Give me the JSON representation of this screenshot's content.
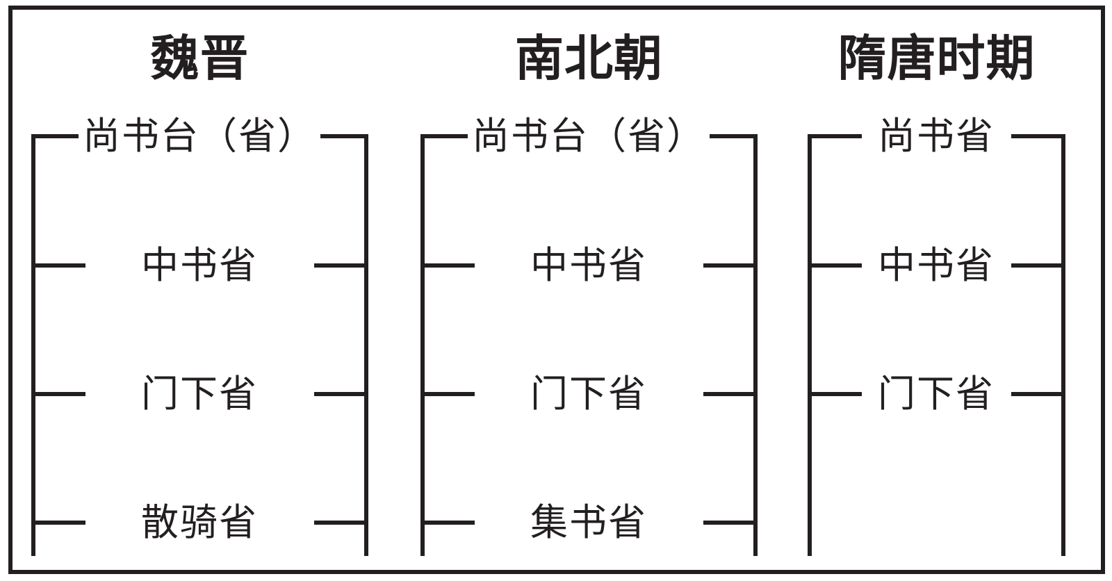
{
  "diagram": {
    "ink_color": "#231f20",
    "background_color": "#ffffff",
    "columns": [
      {
        "period": "魏晋",
        "items": [
          "尚书台（省）",
          "中书省",
          "门下省",
          "散骑省"
        ]
      },
      {
        "period": "南北朝",
        "items": [
          "尚书台（省）",
          "中书省",
          "门下省",
          "集书省"
        ]
      },
      {
        "period": "隋唐时期",
        "items": [
          "尚书省",
          "中书省",
          "门下省"
        ]
      }
    ]
  }
}
